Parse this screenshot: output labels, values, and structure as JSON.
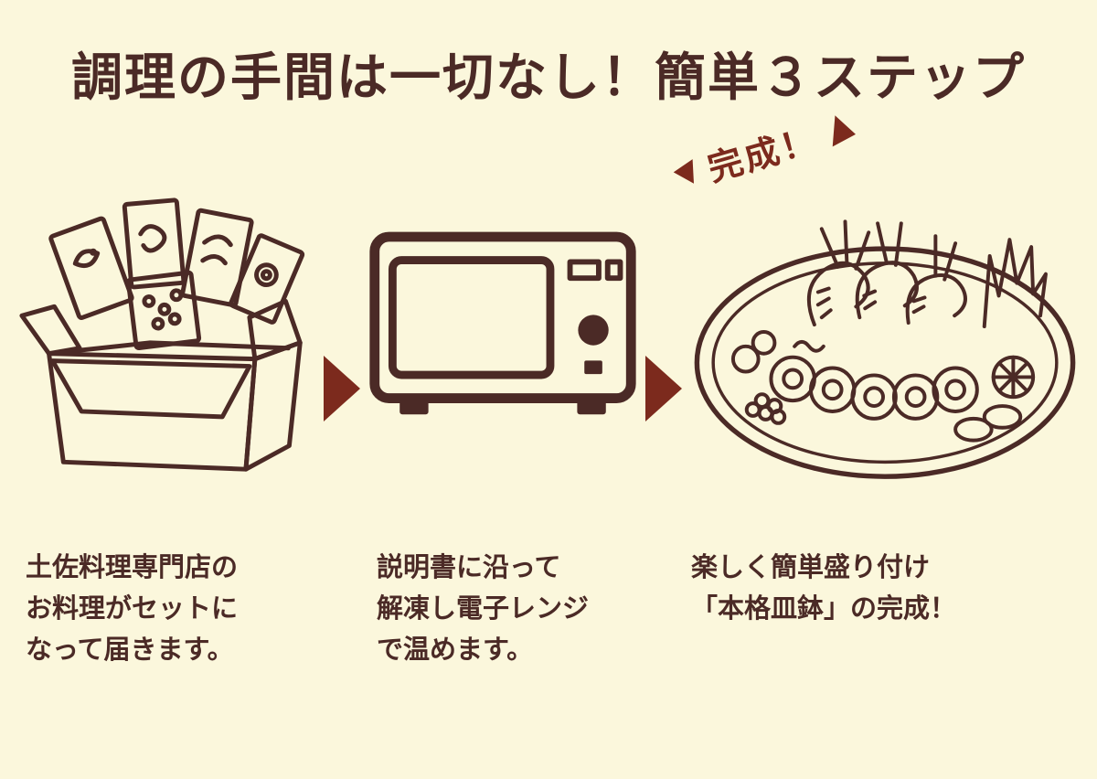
{
  "page": {
    "title": "調理の手間は一切なし！簡単３ステップ",
    "colors": {
      "background": "#FBF7DC",
      "ink": "#4B2A26",
      "accent": "#7C2A1D"
    }
  },
  "steps": [
    {
      "id": 1,
      "illustration": "delivery-box-icon",
      "caption_lines": [
        "土佐料理専門店の",
        "お料理がセットに",
        "なって届きます。"
      ]
    },
    {
      "id": 2,
      "illustration": "microwave-icon",
      "caption_lines": [
        "説明書に沿って",
        "解凍し電子レンジ",
        "で温めます。"
      ]
    },
    {
      "id": 3,
      "illustration": "sawachi-platter-icon",
      "badge": "完成！",
      "caption_lines": [
        "楽しく簡単盛り付け",
        "「本格皿鉢」の完成！"
      ]
    }
  ],
  "arrows": {
    "between_steps": "right-triangle-icon"
  }
}
